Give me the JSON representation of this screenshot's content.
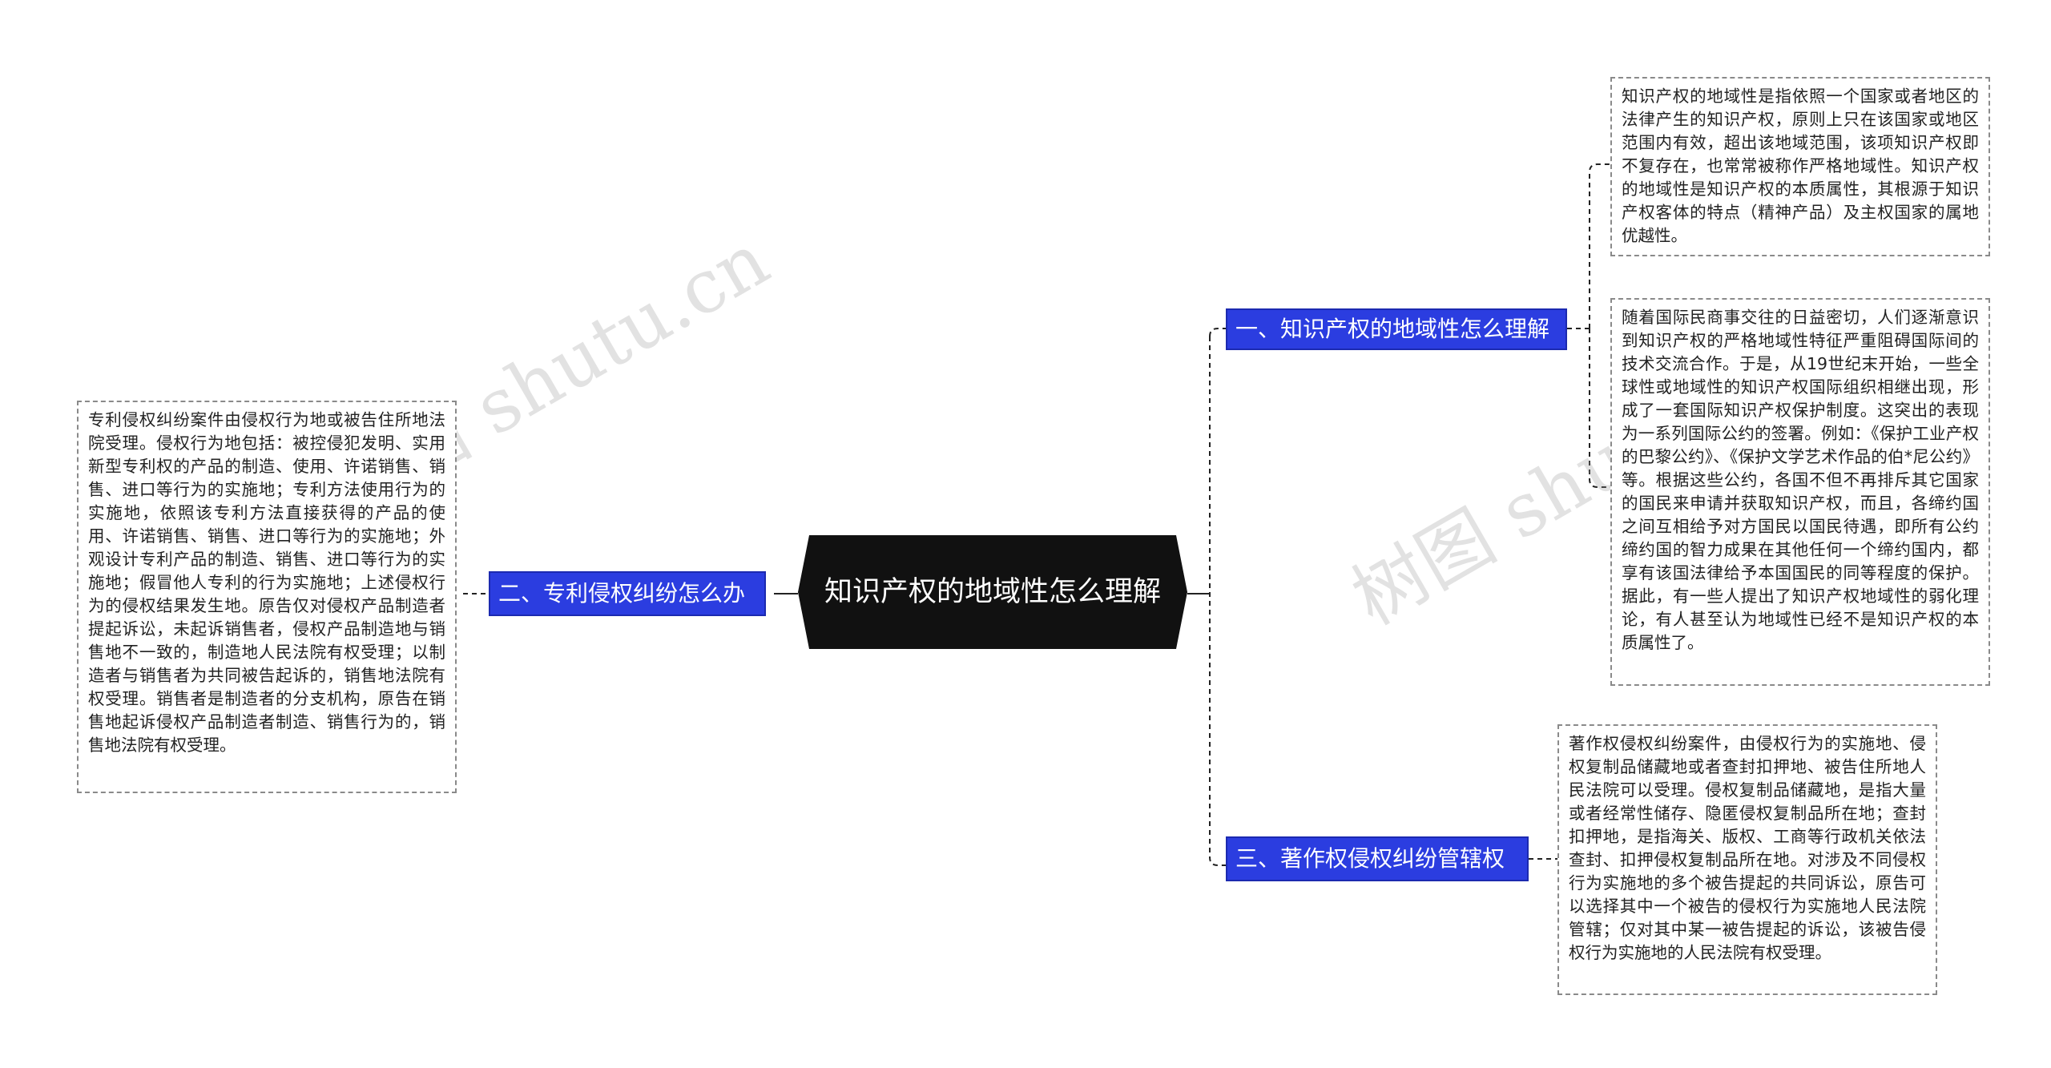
{
  "root": {
    "label": "知识产权的地域性怎么理解"
  },
  "branches": {
    "b1": {
      "label": "一、知识产权的地域性怎么理解"
    },
    "b2": {
      "label": "二、专利侵权纠纷怎么办"
    },
    "b3": {
      "label": "三、著作权侵权纠纷管辖权"
    }
  },
  "leaves": {
    "l1": "知识产权的地域性是指依照一个国家或者地区的法律产生的知识产权，原则上只在该国家或地区范围内有效，超出该地域范围，该项知识产权即不复存在，也常常被称作严格地域性。知识产权的地域性是知识产权的本质属性，其根源于知识产权客体的特点（精神产品）及主权国家的属地优越性。",
    "l2": "随着国际民商事交往的日益密切，人们逐渐意识到知识产权的严格地域性特征严重阻碍国际间的技术交流合作。于是，从19世纪末开始，一些全球性或地域性的知识产权国际组织相继出现，形成了一套国际知识产权保护制度。这突出的表现为一系列国际公约的签署。例如：《保护工业产权的巴黎公约》、《保护文学艺术作品的伯*尼公约》等。根据这些公约，各国不但不再排斥其它国家的国民来申请并获取知识产权，而且，各缔约国之间互相给予对方国民以国民待遇，即所有公约缔约国的智力成果在其他任何一个缔约国内，都享有该国法律给予本国国民的同等程度的保护。据此，有一些人提出了知识产权地域性的弱化理论，有人甚至认为地域性已经不是知识产权的本质属性了。",
    "l3": "专利侵权纠纷案件由侵权行为地或被告住所地法院受理。侵权行为地包括：被控侵犯发明、实用新型专利权的产品的制造、使用、许诺销售、销售、进口等行为的实施地；专利方法使用行为的实施地，依照该专利方法直接获得的产品的使用、许诺销售、销售、进口等行为的实施地；外观设计专利产品的制造、销售、进口等行为的实施地；假冒他人专利的行为实施地；上述侵权行为的侵权结果发生地。原告仅对侵权产品制造者提起诉讼，未起诉销售者，侵权产品制造地与销售地不一致的，制造地人民法院有权受理；以制造者与销售者为共同被告起诉的，销售地法院有权受理。销售者是制造者的分支机构，原告在销售地起诉侵权产品制造者制造、销售行为的，销售地法院有权受理。",
    "l4": "著作权侵权纠纷案件，由侵权行为的实施地、侵权复制品储藏地或者查封扣押地、被告住所地人民法院可以受理。侵权复制品储藏地，是指大量或者经常性储存、隐匿侵权复制品所在地；查封扣押地，是指海关、版权、工商等行政机关依法查封、扣押侵权复制品所在地。对涉及不同侵权行为实施地的多个被告提起的共同诉讼，原告可以选择其中一个被告的侵权行为实施地人民法院管辖；仅对其中某一被告提起的诉讼，该被告侵权行为实施地的人民法院有权受理。"
  },
  "watermarks": {
    "left": "树图 shutu.cn",
    "right": "树图 shutu.cn"
  },
  "colors": {
    "branch": "#2b3de0",
    "root": "#111111",
    "connector": "#222222",
    "leaf_border": "#8a8a8a"
  }
}
